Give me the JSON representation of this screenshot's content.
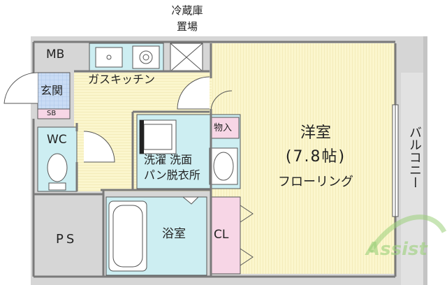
{
  "labels": {
    "fridge_line1": "冷蔵庫",
    "fridge_line2": "置場",
    "mb": "MB",
    "gas_kitchen": "ガスキッチン",
    "entrance": "玄関",
    "sb": "SB",
    "wc": "WC",
    "storage": "物入",
    "wash_line1": "洗濯 洗面",
    "wash_line2": "パン脱衣所",
    "western_room": "洋室",
    "room_size": "(7.8帖)",
    "flooring": "フローリング",
    "balcony": "バルコニー",
    "ps": "PS",
    "bath": "浴室",
    "closet": "CL",
    "watermark": "Assist"
  },
  "colors": {
    "wall": "#8a8a8a",
    "wall_gray": "#d6d6d6",
    "floor_yellow": "#faf5c8",
    "wet_area_blue": "#cdeef2",
    "entrance_blue": "#c9dcf5",
    "storage_pink": "#f7d6e6",
    "watermark_green": "#9bd07a"
  }
}
